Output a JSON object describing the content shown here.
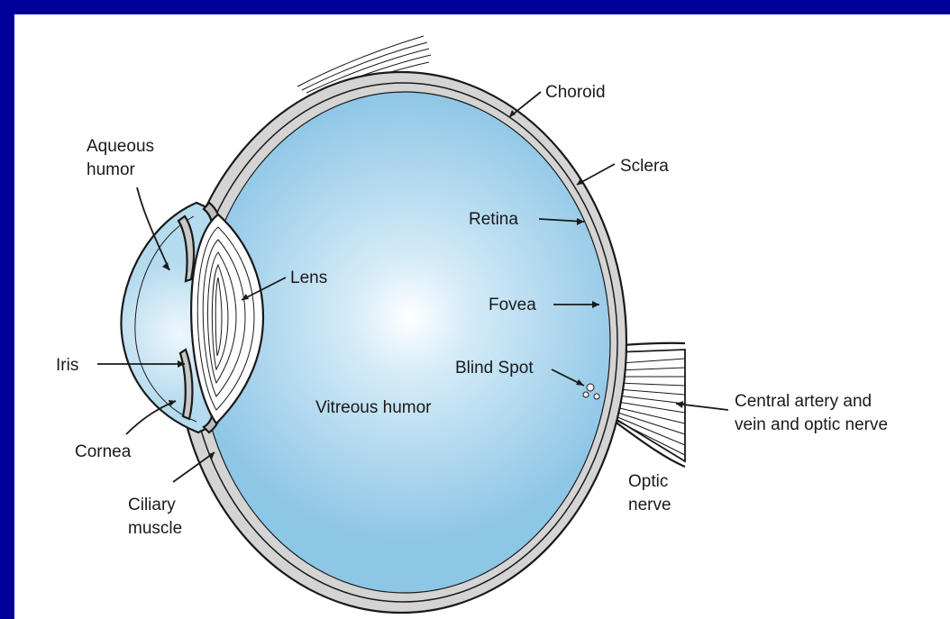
{
  "diagram": {
    "colors": {
      "background_border": "#00009a",
      "canvas": "#ffffff",
      "vitreous_center": "#ffffff",
      "vitreous_edge": "#8ec6e6",
      "sclera": "#d4d4d4",
      "outline": "#1a1a1a"
    },
    "labels": {
      "aqueous_humor_line1": "Aqueous",
      "aqueous_humor_line2": "humor",
      "choroid": "Choroid",
      "sclera": "Sclera",
      "retina": "Retina",
      "lens": "Lens",
      "fovea": "Fovea",
      "iris": "Iris",
      "blind_spot": "Blind Spot",
      "vitreous_humor": "Vitreous humor",
      "central_artery_line1": "Central artery and",
      "central_artery_line2": "vein and optic nerve",
      "cornea": "Cornea",
      "ciliary_muscle_line1": "Ciliary",
      "ciliary_muscle_line2": "muscle",
      "optic_nerve_line1": "Optic",
      "optic_nerve_line2": "nerve"
    }
  }
}
